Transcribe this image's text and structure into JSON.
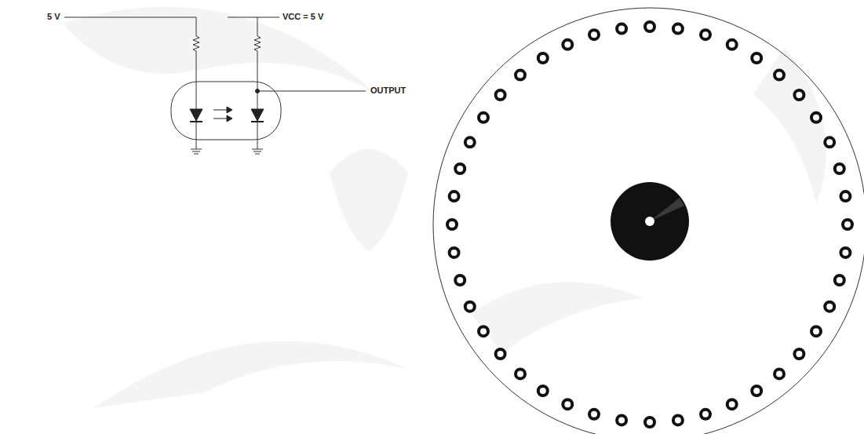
{
  "diagram": {
    "labels": [
      "5 V",
      "VCC = 5 V",
      "OUTPUT"
    ]
  }
}
